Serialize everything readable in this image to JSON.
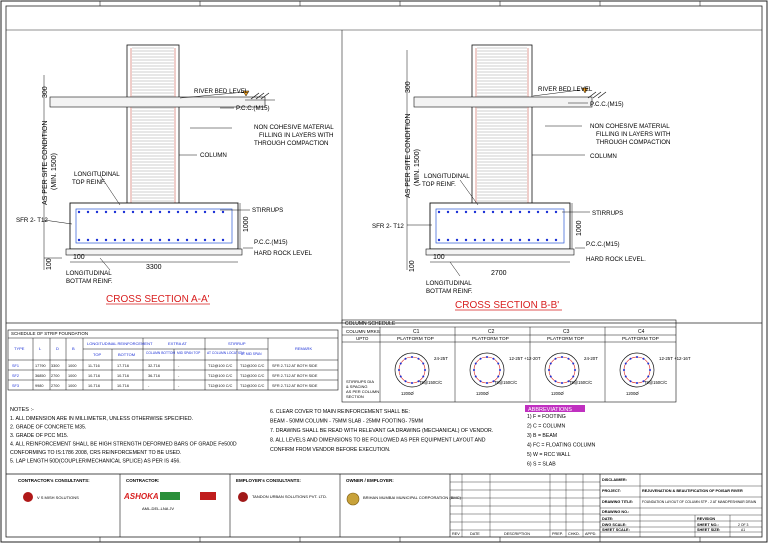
{
  "sections": {
    "a": {
      "title": "CROSS SECTION A-A'",
      "dim_top": "300",
      "dim_side": "AS PER SITE CONDITION",
      "dim_side2": "(MIN. 1500)",
      "dim_base": "3300",
      "dim_offset": "100",
      "dim_height": "1000",
      "dim_bottom": "100",
      "river_bed": "RIVER BED LEVEL",
      "pcc_top": "P.C.C.(M15)",
      "fill1": "NON COHESIVE MATERIAL",
      "fill2": "FILLING IN LAYERS WITH",
      "fill3": "THROUGH COMPACTION",
      "column": "COLUMN",
      "long_top1": "LONGITUDINAL",
      "long_top2": "TOP REINF.",
      "stirrups": "STIRRUPS",
      "sfr": "SFR 2- T12",
      "pcc_bot": "P.C.C.(M15)",
      "hard_rock": "HARD ROCK LEVEL",
      "long_bot1": "LONGITUDINAL",
      "long_bot2": "BOTTAM REINF."
    },
    "b": {
      "title": "CROSS SECTION B-B'",
      "dim_top": "300",
      "dim_side": "AS PER SITE CONDITION",
      "dim_side2": "(MIN. 1500)",
      "dim_base": "2700",
      "dim_offset": "100",
      "dim_height": "1000",
      "dim_bottom": "100",
      "river_bed": "RIVER BED LEVEL",
      "pcc_top": "P.C.C.(M15)",
      "fill1": "NON COHESIVE MATERIAL",
      "fill2": "FILLING IN LAYERS WITH",
      "fill3": "THROUGH COMPACTION",
      "column": "COLUMN",
      "long_top1": "LONGITUDINAL",
      "long_top2": "TOP REINF.",
      "stirrups": "STIRRUPS",
      "sfr": "SFR 2- T12",
      "pcc_bot": "P.C.C.(M15)",
      "hard_rock": "HARD ROCK LEVEL.",
      "long_bot1": "LONGITUDINAL",
      "long_bot2": "BOTTAM REINF."
    }
  },
  "strip_schedule": {
    "title": "SCHEDULE OF STRIP FOUNDATION",
    "headers": [
      "TYPE",
      "L",
      "D",
      "B",
      "LONGITUDINAL REINFORCEMENT",
      "EXTRA AT",
      "STIRRUP",
      "REMARK"
    ],
    "subheaders": [
      "TOP",
      "BOTTOM",
      "COLUMN BOTTOM",
      "MID SPAN TOP",
      "AT COLUMN LOCATION",
      "AT MID SPAN"
    ],
    "rows": [
      [
        "SF1",
        "17790",
        "3300",
        "1000",
        "11-T16",
        "17-T16",
        "32-T16",
        "-",
        "T12@100 C/C",
        "T12@200 C/C",
        "SFR 2-T12 AT BOTH SIDE"
      ],
      [
        "SF2",
        "36850",
        "2700",
        "1000",
        "10-T16",
        "10-T16",
        "36-T16",
        "-",
        "T12@100 C/C",
        "T12@200 C/C",
        "SFR 2-T12 AT BOTH SIDE"
      ],
      [
        "SF3",
        "9980",
        "2700",
        "1000",
        "10-T16",
        "10-T16",
        "-",
        "-",
        "T12@100 C/C",
        "T12@200 C/C",
        "SFR 2-T12 AT BOTH SIDE"
      ]
    ]
  },
  "column_schedule": {
    "title": "COLUMN SCHEDULE",
    "col_head": "COLUMN MRKS",
    "upto": "UPTO",
    "names": [
      "C1",
      "C2",
      "C3",
      "C4"
    ],
    "platform": "PLATFORM TOP",
    "bars": [
      "24-25T",
      "12-25T +12-20T",
      "24-20T",
      "12-25T +12-16T"
    ],
    "ties": "T8@150C/C",
    "dia": "1200Ø",
    "stirrup_note": [
      "STIRRUPS DIA",
      "& SPACING",
      "AS PER COLUMN",
      "SECTION"
    ]
  },
  "notes": {
    "head": "NOTES :-",
    "items": [
      "1.   ALL DIMENSION ARE IN MILLIMETER, UNLESS OTHERWISE SPECIFIED.",
      "2.   GRADE OF CONCRETE M35.",
      "3.   GRADE OF PCC M15.",
      "4.   ALL REINFORCEMENT SHALL BE HIGH STRENGTH DEFORMED BARS OF GRADE Fe500D",
      "      CONFORMING TO IS:1786 2008, CRS REINFORCEMENT TO BE USED.",
      "5.   LAP LENGTH 50D(COUPLER/MECHANICAL SPLICE) AS PER IS 456."
    ],
    "items2": [
      "6. CLEAR COVER TO MAIN REINFORCEMENT SHALL BE:",
      "    BEAM - 50MM   COLUMN - 75MM    SLAB - 25MM    FOOTING- 75MM",
      "7. DRAWING SHALL BE READ WITH RELEVANT GA DRAWING (MECHANICAL) OF VENDOR.",
      "8. ALL LEVELS AND DIMENSIONS TO BE FOLLOWED AS PER EQUIPMENT LAYOUT AND",
      "    CONFIRM FROM VENDOR BEFORE EXECUTION."
    ]
  },
  "abbreviations": {
    "head": "ABBREVIATIONS",
    "items": [
      "1)  F      =  FOOTING",
      "2)  C      =  COLUMN",
      "3)  B      =  BEAM",
      "4)  FC     =  FLOATING COLUMN",
      "5)  W      =  RCC WALL",
      "6)  S      =  SLAB"
    ]
  },
  "title_block": {
    "consultant_label": "CONTRACTOR's CONSULTANTS:",
    "consultant_name": "V S MISH SOLUTIONS",
    "contractor_label": "CONTRACTOR:",
    "contractor_logo": "ASHOKA",
    "contractor_sub": "AML-DEL-LNA JV",
    "employer_cons_label": "EMPLOYER's CONSULTANTS:",
    "employer_cons_name": "TANDON URBAN SOLUTIONS PVT. LTD.",
    "owner_label": "OWNER / EMPLOYER:",
    "owner_name": "BRIHAN MUMBAI MUNICIPAL CORPORATION (BMC)",
    "disclaimer_label": "DISCLAIMER:",
    "project_label": "PROJECT:",
    "project_value": "REJUVENATION & BEAUTIFICATION OF POISAR RIVER",
    "drawing_title_label": "DRAWING TITLE:",
    "drawing_title_value": "FOUNDATION LAYOUT OF COLUMN STP - 2 AT MANDPESHWAR DRAIN",
    "drawing_no_label": "DRAWING NO.:",
    "date_label": "DATE:",
    "dwg_scale_label": "DWG SCALE:",
    "sheet_scale_label": "SHEET SCALE:",
    "revision_label": "REVISION",
    "sheet_no_label": "SHEET NO.:",
    "sheet_size_label": "SHEET SIZE:",
    "sheet_no_value": "2 OF 3",
    "sheet_size_value": "A1",
    "rev_cols": [
      "REV",
      "DATE",
      "DESCRIPTION",
      "PREP.",
      "CHKD.",
      "APPD."
    ]
  }
}
